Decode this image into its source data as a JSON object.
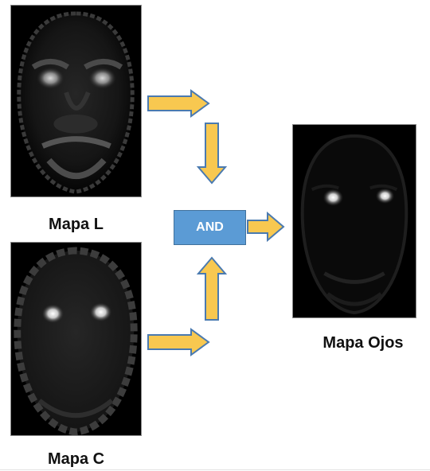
{
  "labels": {
    "map_l": "Mapa L",
    "map_c": "Mapa C",
    "map_eyes": "Mapa Ojos"
  },
  "operator": "AND",
  "colors": {
    "arrow_fill": "#f8c850",
    "arrow_stroke": "#4a7ab0",
    "and_fill": "#5b9bd5",
    "panel_bg": "#000000"
  },
  "icons": [
    "arrow-right-icon",
    "arrow-down-icon",
    "arrow-up-icon"
  ]
}
